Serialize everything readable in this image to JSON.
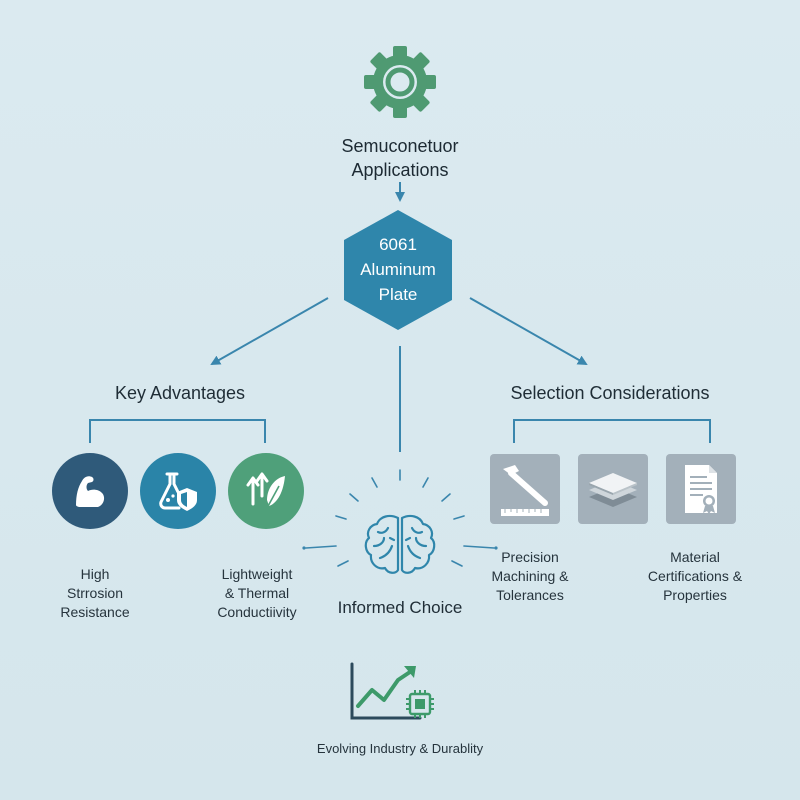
{
  "top_node": {
    "line1": "Semuconetuor",
    "line2": "Applications"
  },
  "center_node": {
    "line1": "6061",
    "line2": "Aluminum",
    "line3": "Plate"
  },
  "advantages": {
    "title": "Key Advantages",
    "caption_a": [
      "High",
      "Strrosion",
      "Resistance"
    ],
    "caption_b": [
      "Lightweight",
      "& Thermal",
      "Conductiivity"
    ]
  },
  "considerations": {
    "title": "Selection Considerations",
    "caption_a": [
      "Precision",
      "Machining &",
      "Tolerances"
    ],
    "caption_b": [
      "Material",
      "Certifications &",
      "Properties"
    ]
  },
  "middle": {
    "label": "Informed Choice"
  },
  "bottom": {
    "label": "Evolving Industry & Durablity"
  },
  "colors": {
    "gear": "#4f9a72",
    "hexagon": "#2f86ab",
    "connector": "#3a86ad",
    "circle_dark": "#2f5a7a",
    "circle_mid": "#2a84a8",
    "circle_green": "#4fa07a",
    "tile_gray": "#a3b0ba",
    "brain_stroke": "#2f86ab",
    "trend_green": "#3d9a6a",
    "trend_dark": "#2c4a5c"
  },
  "icons": {
    "top": "gear-icon",
    "adv_1": "flexed-arm-icon",
    "adv_2": "flask-shield-icon",
    "adv_3": "arrows-feather-icon",
    "sel_1": "ruler-caliper-icon",
    "sel_2": "stacked-plates-icon",
    "sel_3": "certificate-icon",
    "middle": "brain-icon",
    "bottom": "growth-chip-icon"
  }
}
